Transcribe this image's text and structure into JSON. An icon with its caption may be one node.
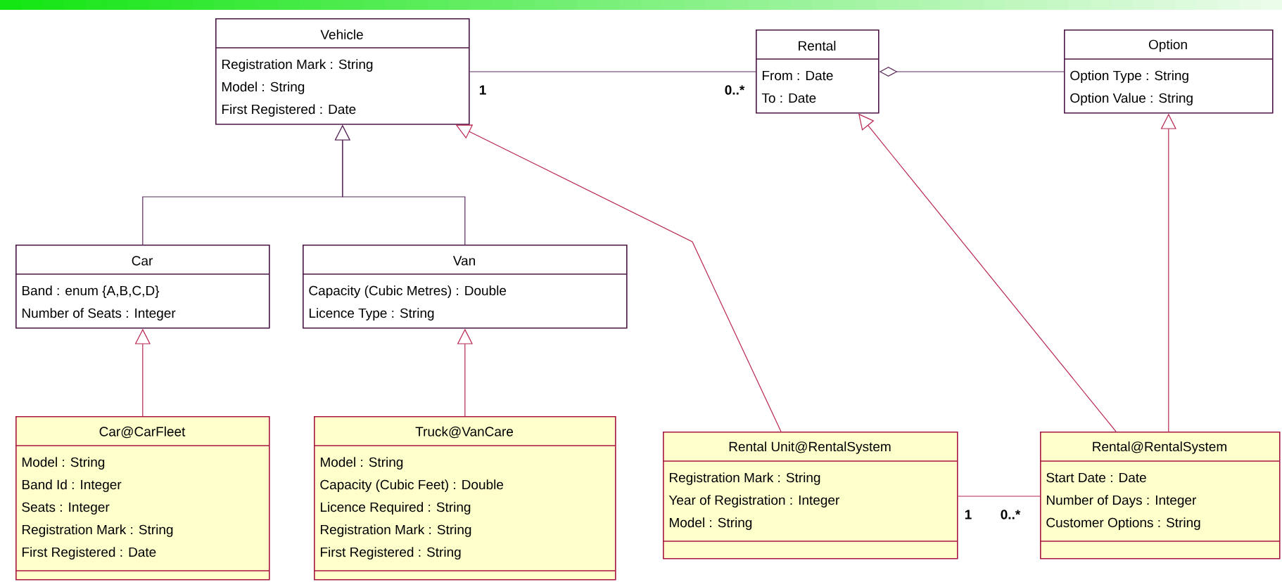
{
  "diagram": {
    "nodes": [
      {
        "text": [
          "Vehicle",
          "Registration Mark : String",
          "Model : String",
          "First Registered : Date"
        ]
      },
      {
        "text": [
          "Rental",
          "From : Date",
          "To : Date"
        ]
      },
      {
        "text": [
          "Option",
          "Option Type : String",
          "Option Value : String"
        ]
      },
      {
        "text": [
          "Car",
          "Band : enum {A,B,C,D}",
          "Number of Seats : Integer"
        ]
      },
      {
        "text": [
          "Van",
          "Capacity (Cubic Metres) : Double",
          "Licence Type : String"
        ]
      },
      {
        "text": [
          "Car@CarFleet",
          "Model : String",
          "Band Id : Integer",
          "Seats : Integer",
          "Registration Mark : String",
          "First Registered : Date"
        ]
      },
      {
        "text": [
          "Truck@VanCare",
          "Model : String",
          "Capacity (Cubic Feet) : Double",
          "Licence Required : String",
          "Registration Mark : String",
          "First Registered : String"
        ]
      },
      {
        "text": [
          "Rental Unit@RentalSystem",
          "Registration Mark : String",
          "Year of Registration : Integer",
          "Model : String"
        ]
      },
      {
        "text": [
          "Rental@RentalSystem",
          "Start Date : Date",
          "Number of Days : Integer",
          "Customer Options : String"
        ]
      }
    ],
    "edges": [
      {
        "from": 0,
        "to": 1,
        "arrow": "none",
        "color": "#5a2a5a"
      },
      {
        "from": 2,
        "to": 1,
        "arrow": "other",
        "color": "#5a2a5a"
      },
      {
        "from": 3,
        "to": 0,
        "arrow": "to",
        "color": "#5a2a5a"
      },
      {
        "from": 4,
        "to": 0,
        "arrow": "to",
        "color": "#5a2a5a"
      },
      {
        "from": 5,
        "to": 3,
        "arrow": "to"
      },
      {
        "from": 6,
        "to": 4,
        "arrow": "to"
      },
      {
        "from": 7,
        "to": 0,
        "arrow": "to"
      },
      {
        "from": 8,
        "to": 1,
        "arrow": "to"
      },
      {
        "from": 8,
        "to": 2,
        "arrow": "to"
      },
      {
        "from": 7,
        "to": 8,
        "arrow": "none"
      }
    ],
    "labels": [
      "1",
      "0..*",
      "1",
      "0..*"
    ]
  }
}
